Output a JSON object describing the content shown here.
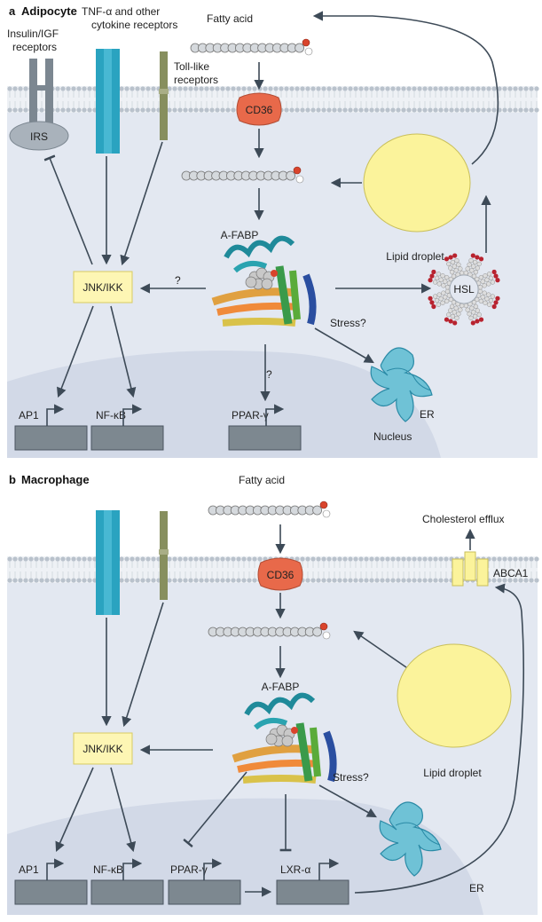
{
  "panel_a": {
    "letter": "a",
    "title": "Adipocyte",
    "labels": {
      "insulin": [
        "Insulin/IGF",
        "receptors"
      ],
      "tnf": [
        "TNF-α and other",
        "cytokine receptors"
      ],
      "toll": [
        "Toll-like",
        "receptors"
      ],
      "fatty_acid": "Fatty acid",
      "cd36": "CD36",
      "irs": "IRS",
      "afabp": "A-FABP",
      "lipid_droplet": "Lipid droplet",
      "hsl": "HSL",
      "jnk": "JNK/IKK",
      "q1": "?",
      "q2": "?",
      "stress": "Stress?",
      "er": "ER",
      "ap1": "AP1",
      "nfkb": "NF-κB",
      "ppar": "PPAR-γ",
      "nucleus": "Nucleus"
    }
  },
  "panel_b": {
    "letter": "b",
    "title": "Macrophage",
    "labels": {
      "fatty_acid": "Fatty acid",
      "cholesterol": "Cholesterol efflux",
      "cd36": "CD36",
      "abca1": "ABCA1",
      "afabp": "A-FABP",
      "lipid_droplet": "Lipid droplet",
      "jnk": "JNK/IKK",
      "stress": "Stress?",
      "er": "ER",
      "ap1": "AP1",
      "nfkb": "NF-κB",
      "ppar": "PPAR-γ",
      "lxr": "LXR-α"
    }
  },
  "colors": {
    "cytoplasm": "#e3e8f1",
    "nucleus": "#d2d9e7",
    "membrane_head": "#b9c2cc",
    "receptor_grey": "#7c8791",
    "receptor_teal": "#2aa3c0",
    "receptor_olive": "#878f5e",
    "cd36": "#e8694a",
    "jnk_box": "#fdf6b4",
    "lipid_droplet": "#fbf39b",
    "gene_box": "#7d8890",
    "arrow": "#3d4a57"
  }
}
